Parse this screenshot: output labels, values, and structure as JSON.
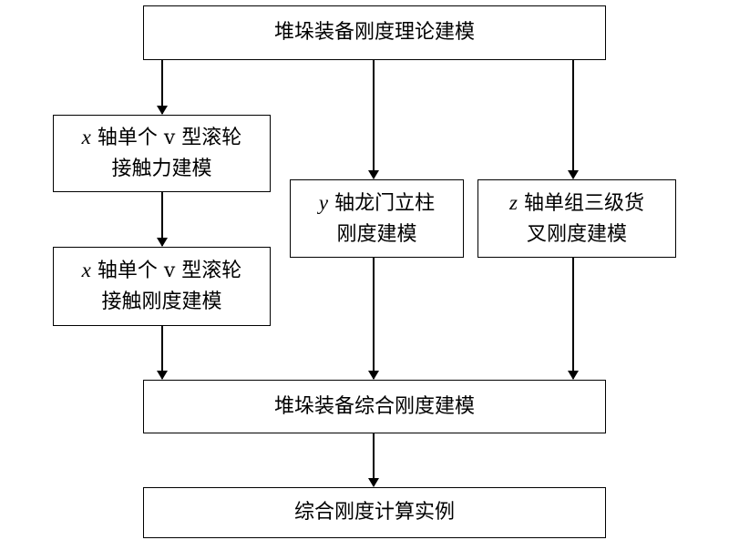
{
  "boxes": {
    "top": {
      "text": "堆垛装备刚度理论建模"
    },
    "x1": {
      "var": "x",
      "line1": " 轴单个 v 型滚轮",
      "line2": "接触力建模"
    },
    "x2": {
      "var": "x",
      "line1": " 轴单个 v 型滚轮",
      "line2": "接触刚度建模"
    },
    "y": {
      "var": "y",
      "line1": " 轴龙门立柱",
      "line2": "刚度建模"
    },
    "z": {
      "var": "z",
      "line1": " 轴单组三级货",
      "line2": "叉刚度建模"
    },
    "combined": {
      "text": "堆垛装备综合刚度建模"
    },
    "bottom": {
      "text": "综合刚度计算实例"
    }
  },
  "colors": {
    "stroke": "#000000",
    "fill": "#ffffff"
  }
}
